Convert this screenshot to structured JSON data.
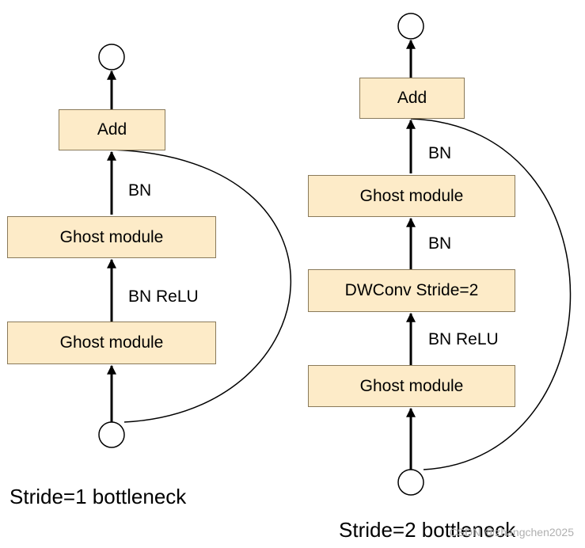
{
  "left": {
    "add": "Add",
    "bn": "BN",
    "ghost_top": "Ghost module",
    "bn_relu": "BN ReLU",
    "ghost_bottom": "Ghost module",
    "caption": "Stride=1 bottleneck"
  },
  "right": {
    "add": "Add",
    "bn_top": "BN",
    "ghost_top": "Ghost module",
    "bn_mid": "BN",
    "dwconv": "DWConv Stride=2",
    "bn_relu": "BN ReLU",
    "ghost_bottom": "Ghost module",
    "caption": "Stride=2 bottleneck"
  },
  "watermark": "CSDN @zhangchen2025",
  "colors": {
    "box_fill": "#FDEBC8",
    "box_border": "#8a7a5a",
    "line": "#000000"
  }
}
